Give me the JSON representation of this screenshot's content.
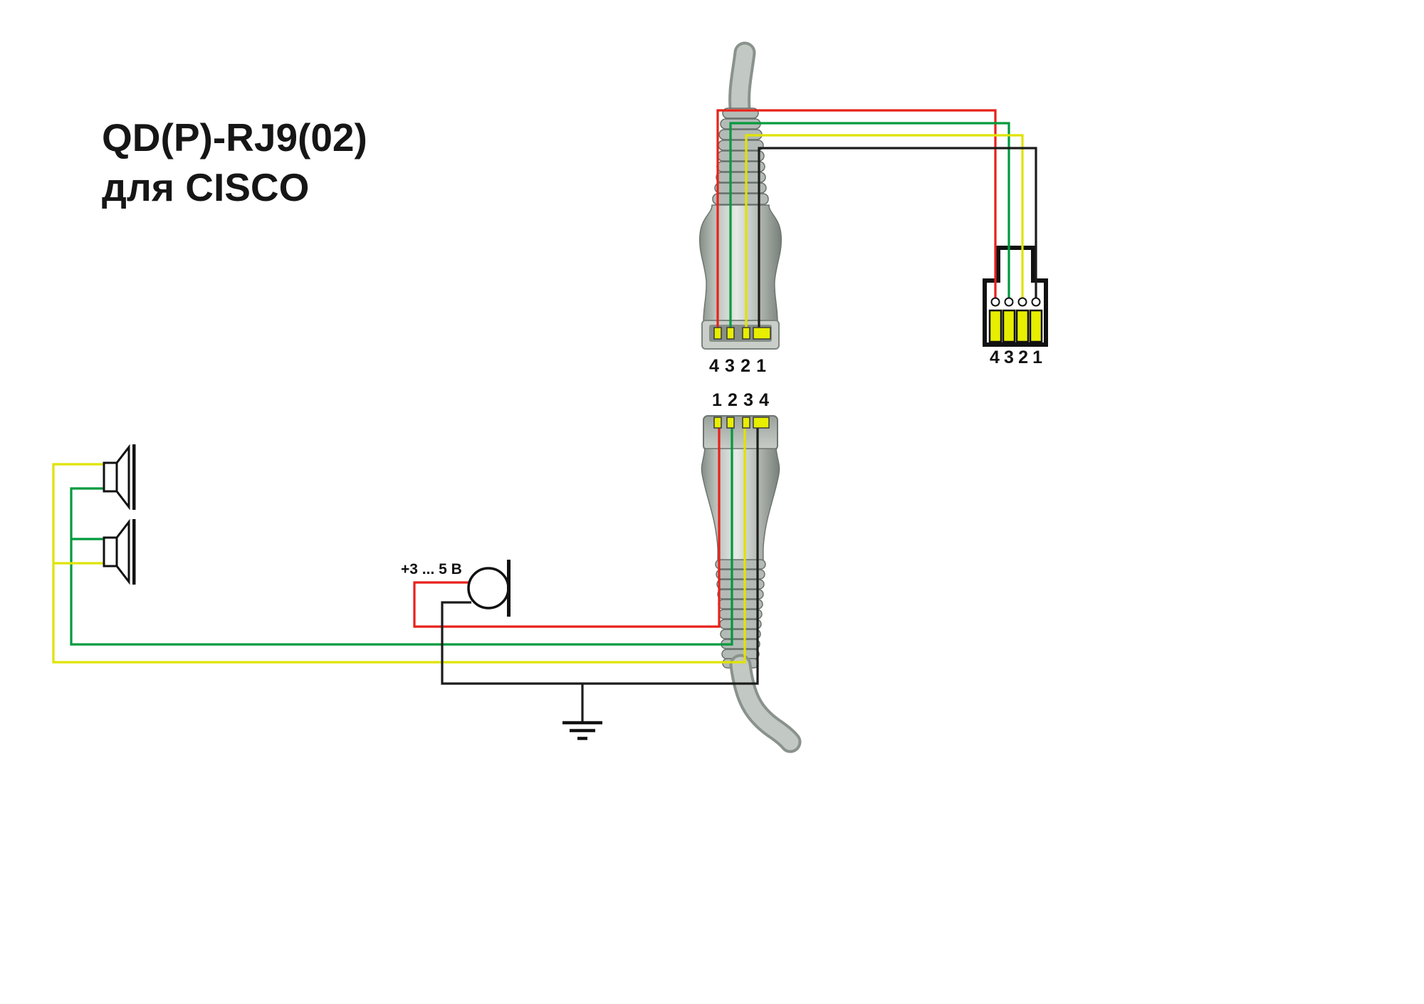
{
  "title": {
    "line1": "QD(P)-RJ9(02)",
    "line2": "для CISCO"
  },
  "labels": {
    "qd_top_pins": [
      "4",
      "3",
      "2",
      "1"
    ],
    "rj9_pins": [
      "4",
      "3",
      "2",
      "1"
    ],
    "qd_bottom_pins": [
      "1",
      "2",
      "3",
      "4"
    ],
    "mic_voltage": "+3 ... 5 В"
  },
  "colors": {
    "wire_red": "#e8211a",
    "wire_green": "#009a3e",
    "wire_yellow": "#dfe300",
    "wire_black": "#1c1c1c",
    "contact": "#e7ee00",
    "outline": "#111111"
  }
}
